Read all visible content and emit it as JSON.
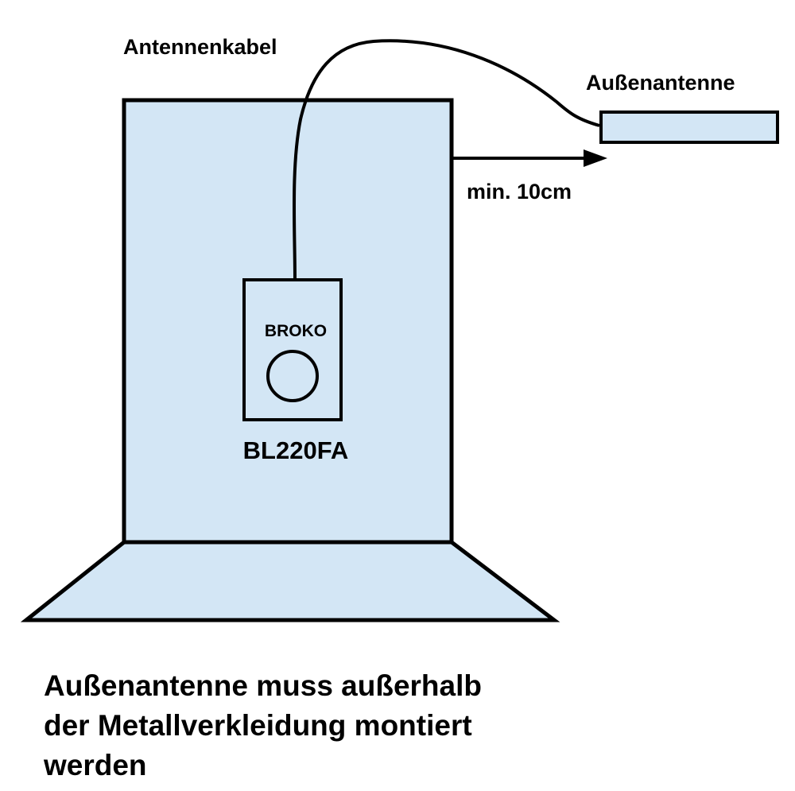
{
  "labels": {
    "cable": "Antennenkabel",
    "outdoor_antenna": "Außenantenne",
    "distance": "min. 10cm",
    "brand": "BROKO",
    "model": "BL220FA"
  },
  "caption": {
    "line1": "Außenantenne muss außerhalb",
    "line2": "der Metallverkleidung montiert",
    "line3": "werden"
  },
  "colors": {
    "housing_fill": "#d3e6f5",
    "stroke": "#000000",
    "background": "#ffffff"
  },
  "icons": {
    "button": "circle-button-icon",
    "arrow": "arrow-right-icon"
  }
}
